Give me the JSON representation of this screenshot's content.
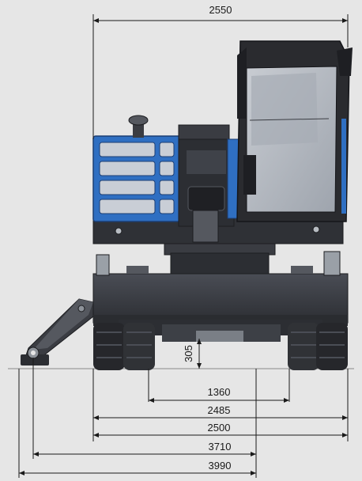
{
  "dimensions": {
    "overall_width": "2550",
    "ground_clearance": "305",
    "track_1360": "1360",
    "width_2485": "2485",
    "width_2500": "2500",
    "width_3710": "3710",
    "width_3990": "3990"
  },
  "colors": {
    "background": "#e6e6e6",
    "engine_blue": "#2f6fc2",
    "body_dark": "#3a3c42",
    "dimension_line": "#1a1a1a"
  }
}
